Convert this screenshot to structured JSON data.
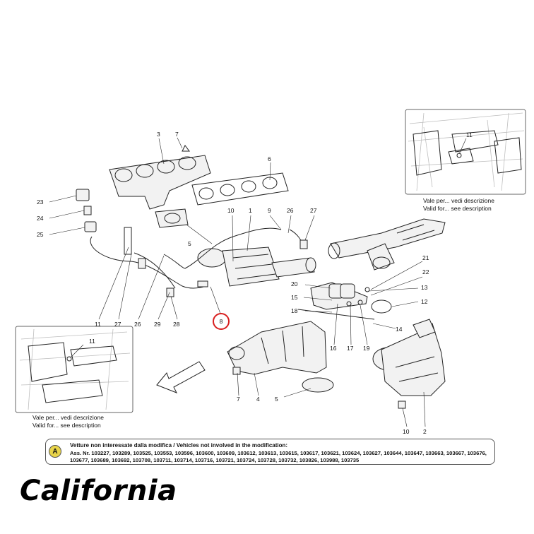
{
  "model_name": "California",
  "inset_top_right": {
    "callout": "11",
    "note_line1": "Vale per... vedi descrizione",
    "note_line2": "Valid for... see description"
  },
  "inset_bottom_left": {
    "callout": "11",
    "note_line1": "Vale per... vedi descrizione",
    "note_line2": "Valid for... see description"
  },
  "modification_note": {
    "badge": "A",
    "heading": "Vetture non interessate dalla modifica / Vehicles not involved in the modification:",
    "list": "Ass. Nr. 103227, 103289, 103525, 103553, 103596, 103600, 103609, 103612, 103613, 103615, 103617, 103621, 103624, 103627, 103644, 103647, 103663, 103667, 103676, 103677, 103689, 103692, 103708, 103711, 103714, 103716, 103721, 103724, 103728, 103732, 103826, 103988, 103735"
  },
  "callouts": [
    {
      "id": "c3",
      "text": "3"
    },
    {
      "id": "c7a",
      "text": "7"
    },
    {
      "id": "c6",
      "text": "6"
    },
    {
      "id": "c23",
      "text": "23"
    },
    {
      "id": "c24",
      "text": "24"
    },
    {
      "id": "c25",
      "text": "25"
    },
    {
      "id": "c10a",
      "text": "10"
    },
    {
      "id": "c1",
      "text": "1"
    },
    {
      "id": "c9",
      "text": "9"
    },
    {
      "id": "c26a",
      "text": "26"
    },
    {
      "id": "c27a",
      "text": "27"
    },
    {
      "id": "c5a",
      "text": "5"
    },
    {
      "id": "c21",
      "text": "21"
    },
    {
      "id": "c22",
      "text": "22"
    },
    {
      "id": "c20",
      "text": "20"
    },
    {
      "id": "c13",
      "text": "13"
    },
    {
      "id": "c15",
      "text": "15"
    },
    {
      "id": "c12",
      "text": "12"
    },
    {
      "id": "c18",
      "text": "18"
    },
    {
      "id": "c14",
      "text": "14"
    },
    {
      "id": "c11",
      "text": "11"
    },
    {
      "id": "c27b",
      "text": "27"
    },
    {
      "id": "c26b",
      "text": "26"
    },
    {
      "id": "c29",
      "text": "29"
    },
    {
      "id": "c28",
      "text": "28"
    },
    {
      "id": "c16",
      "text": "16"
    },
    {
      "id": "c17",
      "text": "17"
    },
    {
      "id": "c19",
      "text": "19"
    },
    {
      "id": "c7b",
      "text": "7"
    },
    {
      "id": "c4",
      "text": "4"
    },
    {
      "id": "c5b",
      "text": "5"
    },
    {
      "id": "c10b",
      "text": "10"
    },
    {
      "id": "c2",
      "text": "2"
    }
  ],
  "highlight": {
    "text": "8",
    "ring_color": "#d81e1e"
  }
}
